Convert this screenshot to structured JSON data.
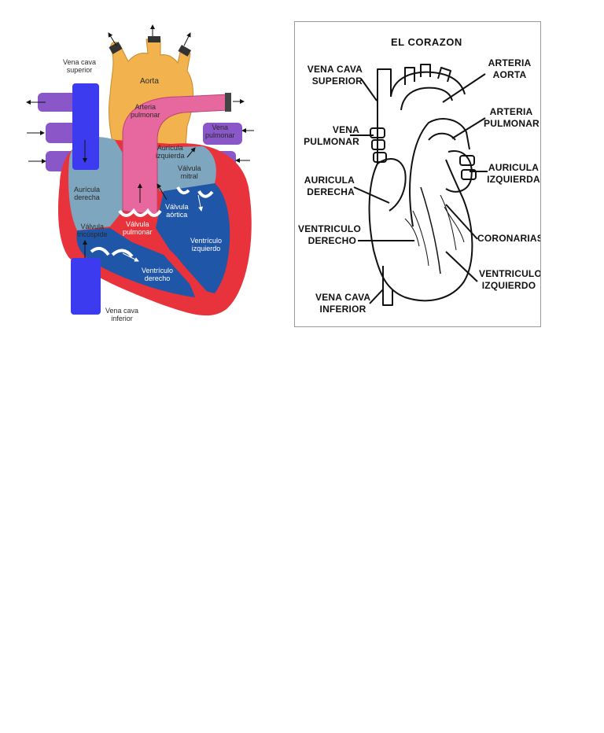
{
  "left_diagram": {
    "labels": {
      "vena_cava_superior": [
        "Vena cava",
        "superior"
      ],
      "aorta": "Aorta",
      "arteria_pulmonar": [
        "Arteria",
        "pulmonar"
      ],
      "vena_pulmonar": [
        "Vena",
        "pulmonar"
      ],
      "auricula_izquierda": [
        "Aurícula",
        "izquierda"
      ],
      "valvula_mitral": [
        "Válvula",
        "mitral"
      ],
      "auricula_derecha": [
        "Aurícula",
        "derecha"
      ],
      "valvula_aortica": [
        "Válvula",
        "aórtica"
      ],
      "valvula_tricuspide": [
        "Válvula",
        "tricúspide"
      ],
      "valvula_pulmonar": [
        "Válvula",
        "pulmonar"
      ],
      "ventriculo_izquierdo": [
        "Ventrículo",
        "izquierdo"
      ],
      "ventriculo_derecho": [
        "Ventrículo",
        "derecho"
      ],
      "vena_cava_inferior": [
        "Vena cava",
        "inferior"
      ]
    },
    "colors": {
      "aorta": "#f2b24e",
      "pulmonary_artery": "#e7679f",
      "pulmonary_vein": "#8a57c8",
      "vena_cava": "#3d3bf0",
      "right_atrium": "#7fa6bf",
      "chambers_dark": "#1f56a8",
      "myocardium": "#e8333c"
    }
  },
  "right_diagram": {
    "title": "EL CORAZON",
    "labels": {
      "vena_cava_superior": [
        "VENA CAVA",
        "SUPERIOR"
      ],
      "vena_pulmonar": [
        "VENA",
        "PULMONAR"
      ],
      "auricula_derecha": [
        "AURICULA",
        "DERECHA"
      ],
      "ventriculo_derecho": [
        "VENTRICULO",
        "DERECHO"
      ],
      "vena_cava_inferior": [
        "VENA CAVA",
        "INFERIOR"
      ],
      "arteria_aorta": [
        "ARTERIA",
        "AORTA"
      ],
      "arteria_pulmonar": [
        "ARTERIA",
        "PULMONAR"
      ],
      "auricula_izquierda": [
        "AURICULA",
        "IZQUIERDA"
      ],
      "coronarias": "CORONARIAS",
      "ventriculo_izquierdo": [
        "VENTRICULO",
        "IZQUIERDO"
      ]
    }
  }
}
